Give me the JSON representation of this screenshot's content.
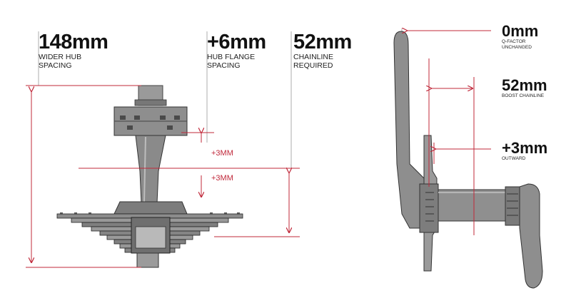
{
  "left": {
    "wider_hub": {
      "value": "148mm",
      "line1": "WIDER HUB",
      "line2": "SPACING"
    },
    "flange": {
      "value": "+6mm",
      "line1": "HUB FLANGE",
      "line2": "SPACING"
    },
    "chainline": {
      "value": "52mm",
      "line1": "CHAINLINE",
      "line2": "REQUIRED"
    },
    "offset_upper": "+3MM",
    "offset_lower": "+3MM"
  },
  "right": {
    "qfactor": {
      "value": "0mm",
      "line1": "Q-FACTOR",
      "line2": "UNCHANGED"
    },
    "boost": {
      "value": "52mm",
      "line1": "BOOST CHAINLINE"
    },
    "outward": {
      "value": "+3mm",
      "line1": "OUTWARD"
    }
  },
  "colors": {
    "accent": "#c0283a",
    "metal": "#8c8c8c",
    "metal_dark": "#555555"
  }
}
